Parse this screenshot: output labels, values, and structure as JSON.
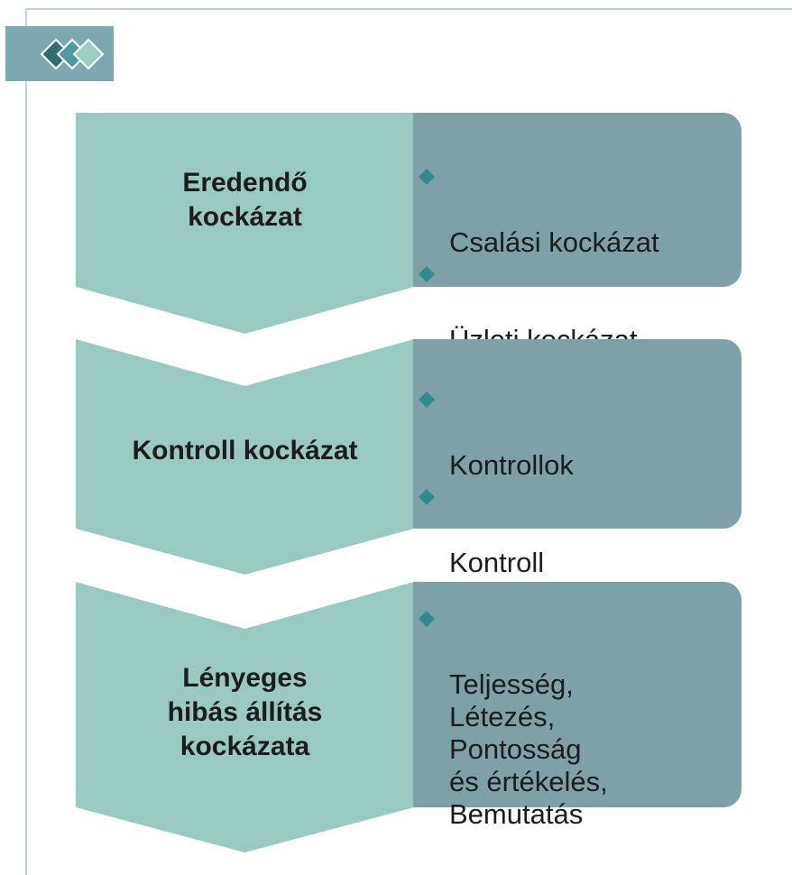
{
  "decoration": {
    "logo_icon": "diamond-chain-icon",
    "colors": {
      "chevron": "#99cac1",
      "panel": "#7ea1a8",
      "bullet": "#2f8b8f",
      "slide_line": "#b9d6d2"
    }
  },
  "stages": [
    {
      "title": "Eredendő\nkockázat",
      "bullets": [
        "Csalási kockázat",
        "Üzleti kockázat"
      ]
    },
    {
      "title": "Kontroll kockázat",
      "bullets": [
        "Kontrollok",
        "Kontroll\ntevékenységek"
      ]
    },
    {
      "title": "Lényeges\nhibás állítás\nkockázata",
      "bullets": [
        "Teljesség,\nLétezés,\nPontosság\nés értékelés,\nBemutatás"
      ]
    }
  ]
}
